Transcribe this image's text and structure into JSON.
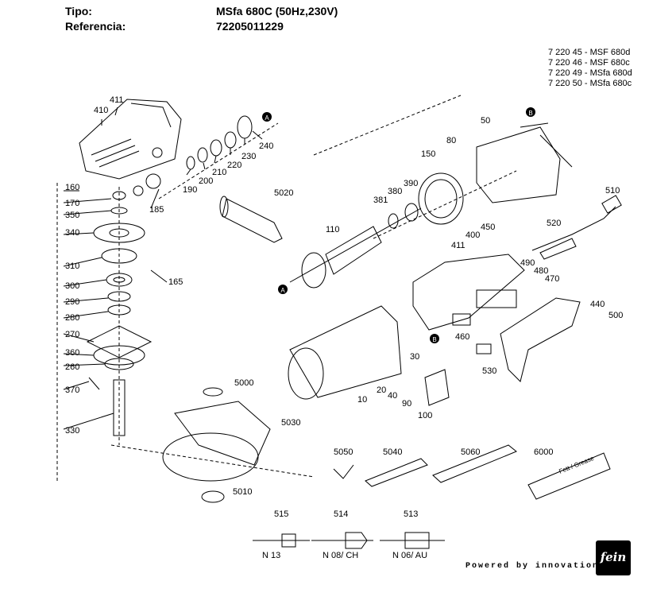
{
  "header": {
    "tipo_label": "Tipo:",
    "tipo_value": "MSfa 680C (50Hz,230V)",
    "ref_label": "Referencia:",
    "ref_value": "72205011229"
  },
  "models": [
    "7 220 45 - MSF 680d",
    "7 220 46 - MSF 680c",
    "7 220 49 - MSfa 680d",
    "7 220 50 - MSfa 680c"
  ],
  "part_labels": [
    "410",
    "411",
    "160",
    "170",
    "350",
    "340",
    "310",
    "300",
    "290",
    "280",
    "270",
    "360",
    "260",
    "370",
    "330",
    "185",
    "165",
    "190",
    "200",
    "210",
    "220",
    "230",
    "240",
    "5020",
    "110",
    "381",
    "380",
    "390",
    "150",
    "80",
    "50",
    "510",
    "520",
    "400",
    "411",
    "450",
    "490",
    "480",
    "470",
    "440",
    "500",
    "460",
    "530",
    "30",
    "20",
    "40",
    "90",
    "100",
    "10",
    "5000",
    "5030",
    "5010",
    "5050",
    "5040",
    "5060",
    "6000",
    "515",
    "514",
    "513"
  ],
  "callouts": [
    "A",
    "A",
    "B",
    "B"
  ],
  "cables": {
    "c515": {
      "num": "515",
      "name": "N 13"
    },
    "c514": {
      "num": "514",
      "name": "N 08/ CH"
    },
    "c513": {
      "num": "513",
      "name": "N 06/ AU"
    }
  },
  "grease_text": "Fett / Grease",
  "slogan": "Powered by innovation",
  "logo_text": "fein"
}
